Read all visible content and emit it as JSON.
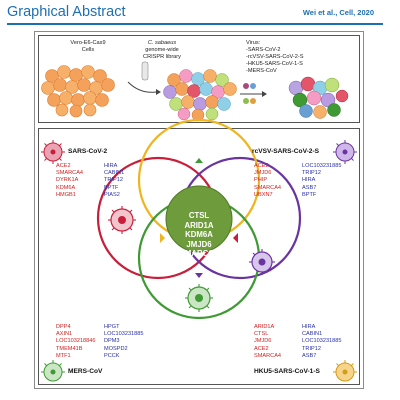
{
  "header": {
    "title": "Graphical Abstract",
    "citation": "Wei et al., Cell, 2020"
  },
  "screen_panel": {
    "cells_label": "Vero-E6-Cas9\nCells",
    "library_label_1": "C. sabaeus",
    "library_label_2": "genome-wide\nCRISPR library",
    "virus_heading": "Virus:",
    "virus_list": [
      "-SARS-CoV-2",
      "-rcVSV-SARS-CoV-2-S",
      "-HKU5-SARS-CoV-1-S",
      "-MERS-CoV"
    ]
  },
  "viruses": {
    "sars_cov_2": {
      "name": "SARS-CoV-2",
      "red_genes": [
        "ACE2",
        "SMARCA4",
        "DYRK1A",
        "KDM6A",
        "HMGB1"
      ],
      "blue_genes": [
        "HIRA",
        "CABIN1",
        "TRIP12",
        "BPTF",
        "PIAS2"
      ]
    },
    "rcvsv": {
      "name": "rcVSV-SARS-CoV-2-S",
      "red_genes": [
        "ACE2",
        "JMJD6",
        "PHIP",
        "SMARCA4",
        "UBXN7"
      ],
      "blue_genes": [
        "LOC103231885",
        "TRIP12",
        "HIRA",
        "ASB7",
        "BPTF"
      ]
    },
    "mers": {
      "name": "MERS-CoV",
      "red_genes": [
        "DPP4",
        "AXIN1",
        "LOC103218846",
        "TMEM41B",
        "MTF1"
      ],
      "blue_genes": [
        "HPGT",
        "LOC103231885",
        "DPM3",
        "MOSPD2",
        "PCCK"
      ]
    },
    "hku5": {
      "name": "HKU5-SARS-CoV-1-S",
      "red_genes": [
        "ARID1A",
        "CTSL",
        "JMJD6",
        "ACE2",
        "SMARCA4"
      ],
      "blue_genes": [
        "HIRA",
        "CABIN1",
        "LOC103231885",
        "TRIP12",
        "ASB7"
      ]
    }
  },
  "shared_genes": [
    "CTSL",
    "ARID1A",
    "KDM6A",
    "JMJD6",
    "SMARCC1"
  ],
  "colors": {
    "title_blue": "#1c6fb3",
    "red_gene": "#d11f1f",
    "blue_gene": "#2a31a8",
    "ring_red": "#c91e3a",
    "ring_yellow": "#efb520",
    "ring_purple": "#6a34a0",
    "ring_green": "#3f9a34",
    "center_green": "#6e9b3c"
  }
}
